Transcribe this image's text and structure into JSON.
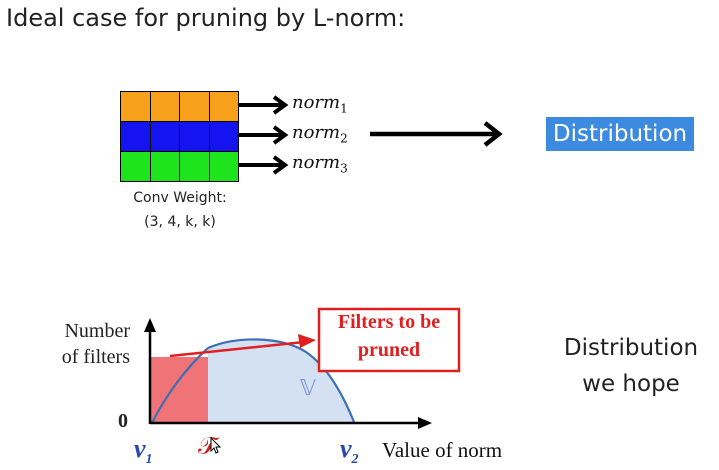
{
  "title": "Ideal case for pruning by L-norm:",
  "weight_grid": {
    "rows": 3,
    "cols": 4,
    "row_colors": [
      "#f7a01c",
      "#1414f0",
      "#1de41d"
    ],
    "caption_line1": "Conv Weight:",
    "caption_line2": "(3, 4, k, k)"
  },
  "norms": [
    {
      "base": "norm",
      "sub": "1"
    },
    {
      "base": "norm",
      "sub": "2"
    },
    {
      "base": "norm",
      "sub": "3"
    }
  ],
  "distribution_label": "Distribution",
  "hope_label_line1": "Distribution",
  "hope_label_line2": "we hope",
  "plot": {
    "ylabel_line1": "Number",
    "ylabel_line2": "of filters",
    "origin_label": "0",
    "xlabel": "Value of norm",
    "v1_label": "v",
    "v1_sub": "1",
    "t_label": "𝒯",
    "v2_label": "v",
    "v2_sub": "2",
    "region_label": "𝕍",
    "callout_line1": "Filters to be",
    "callout_line2": "pruned",
    "colors": {
      "pruned": "#f07377",
      "kept": "#d4e1f2",
      "curve": "#3d6fb5",
      "callout": "#e02020"
    }
  }
}
